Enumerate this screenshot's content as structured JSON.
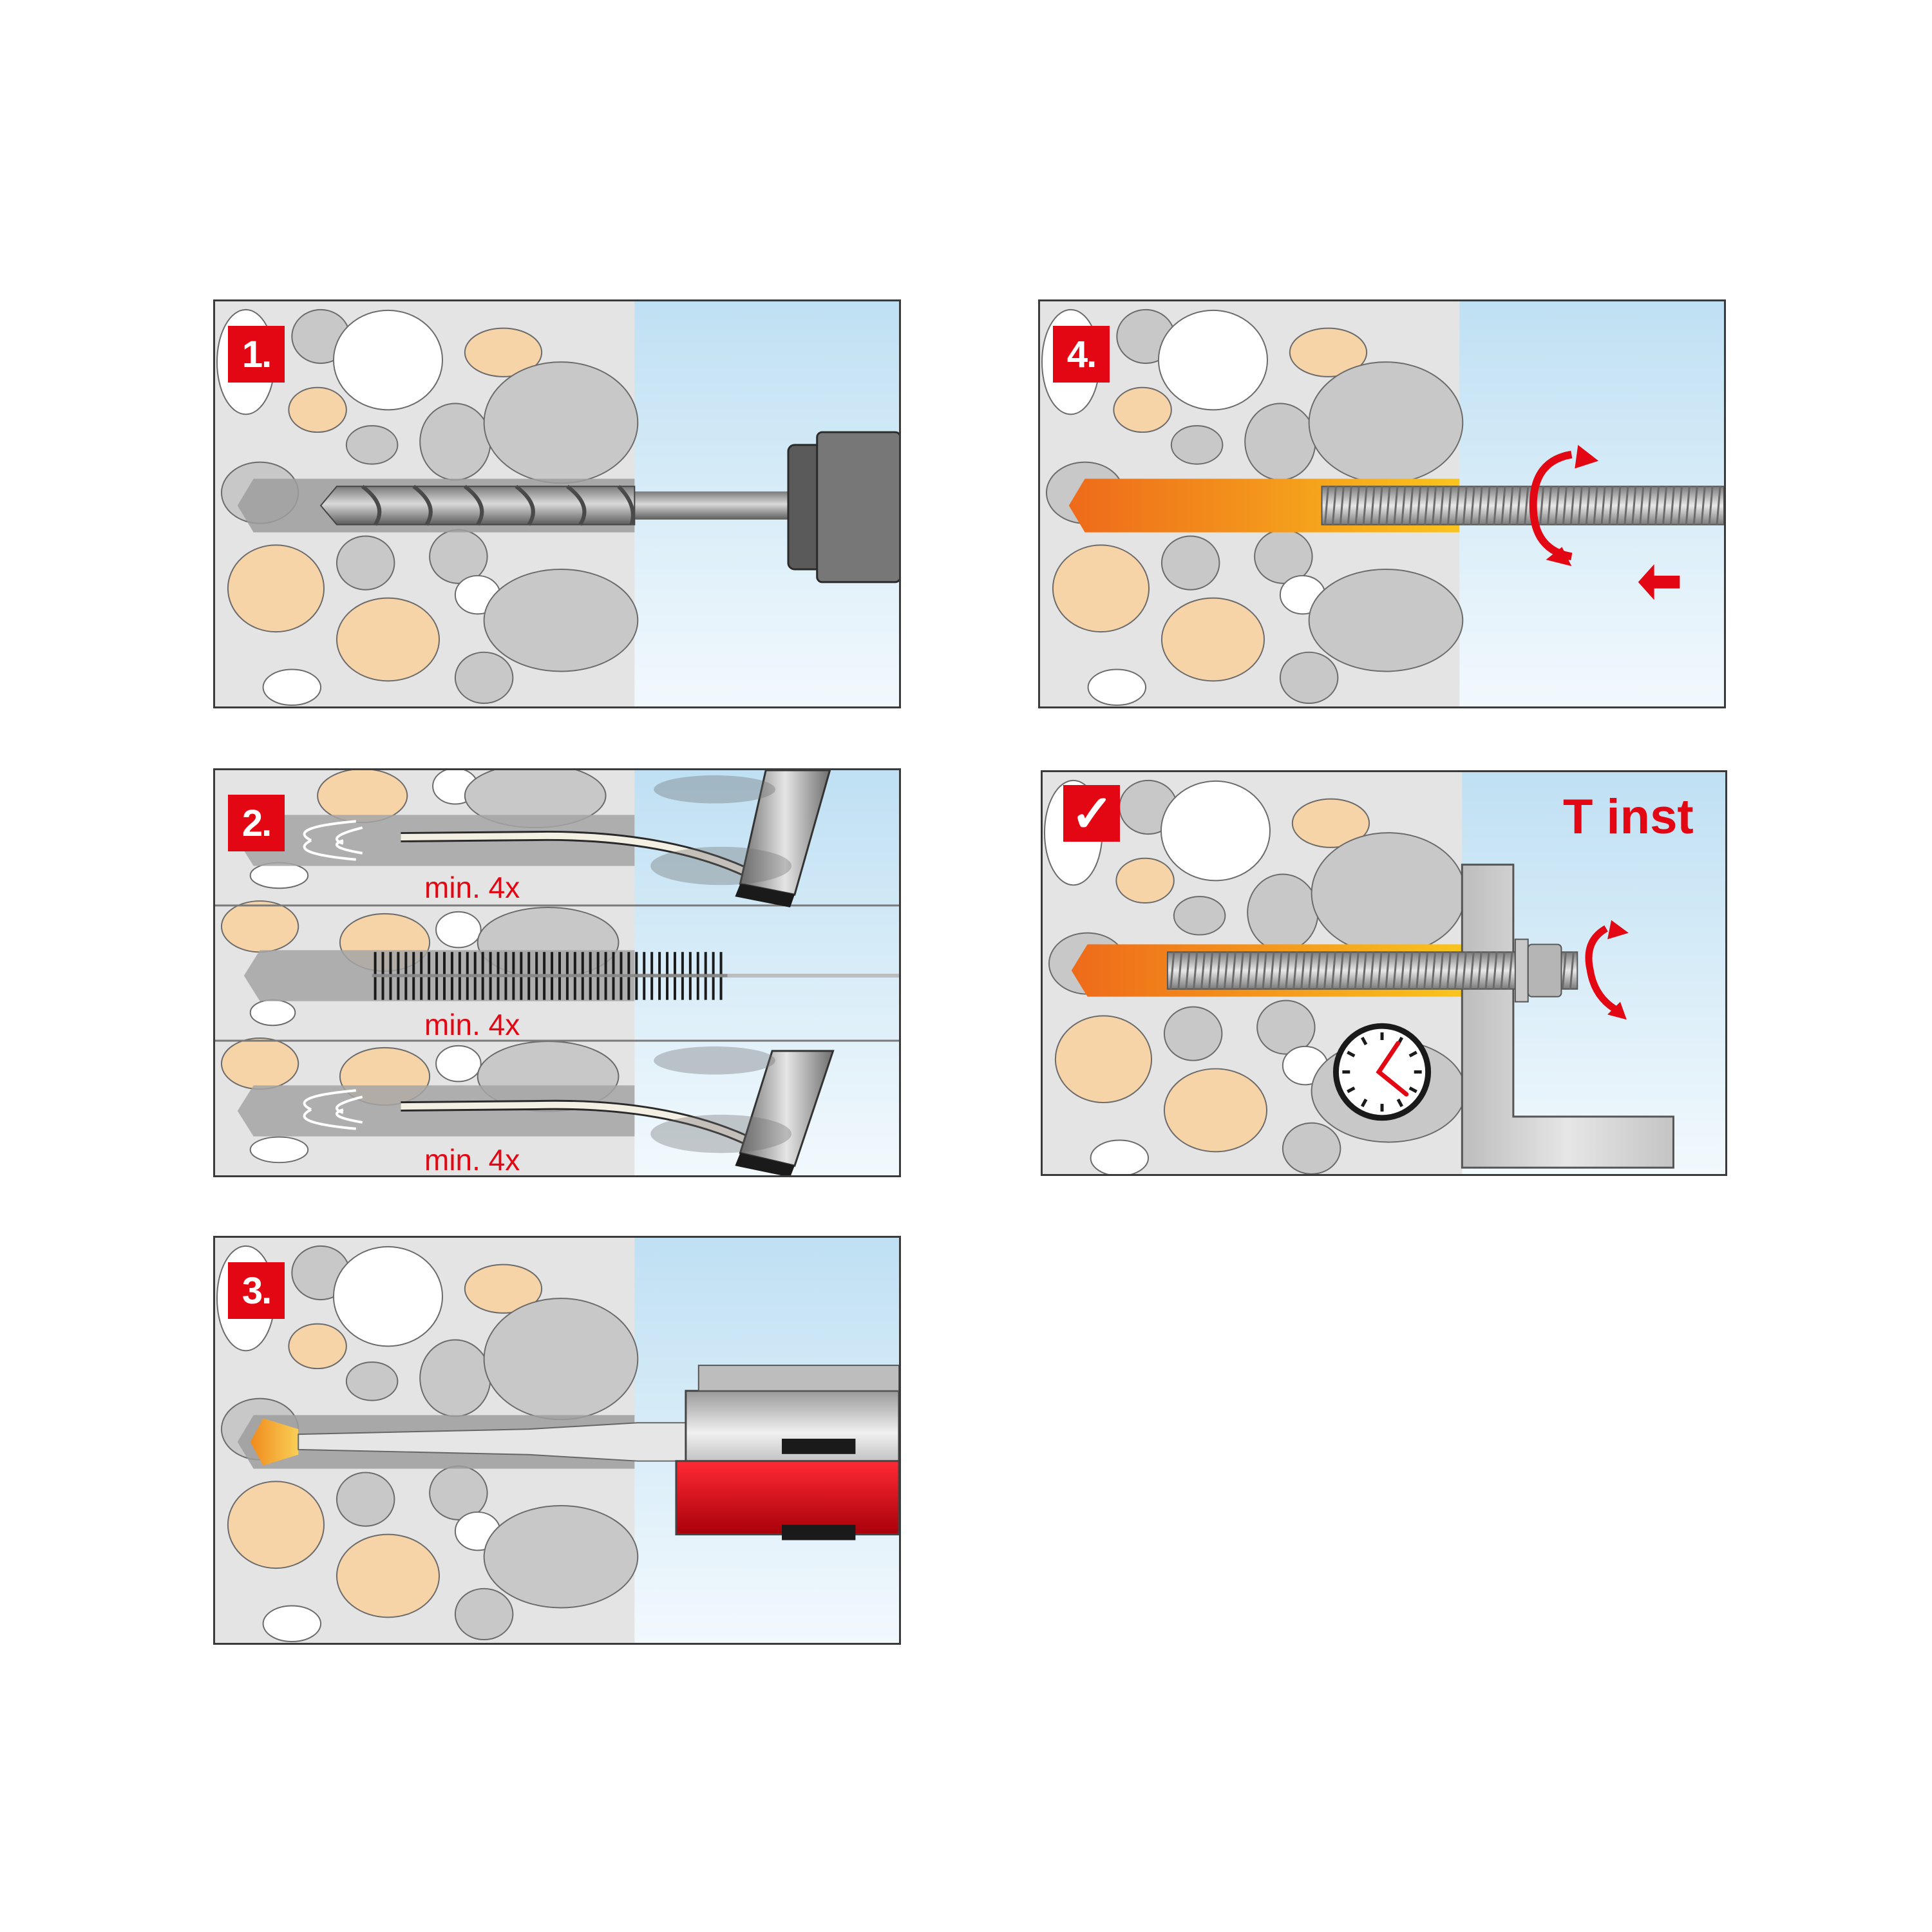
{
  "panels": {
    "drill": {
      "badge": "1."
    },
    "clean": {
      "badge": "2.",
      "repeat_labels": [
        "min. 4x",
        "min. 4x",
        "min. 4x"
      ]
    },
    "inject": {
      "badge": "3."
    },
    "insert": {
      "badge": "4."
    },
    "cure": {
      "badge": "✓",
      "time_label": "T inst"
    }
  },
  "colors": {
    "accent_red": "#e30613",
    "concrete": "#e4e4e4",
    "air": "#cfe7f4",
    "mortar_orange": "#f08a1c",
    "stone_beige": "#f7d3a8",
    "stone_grey": "#c8c8c8"
  }
}
